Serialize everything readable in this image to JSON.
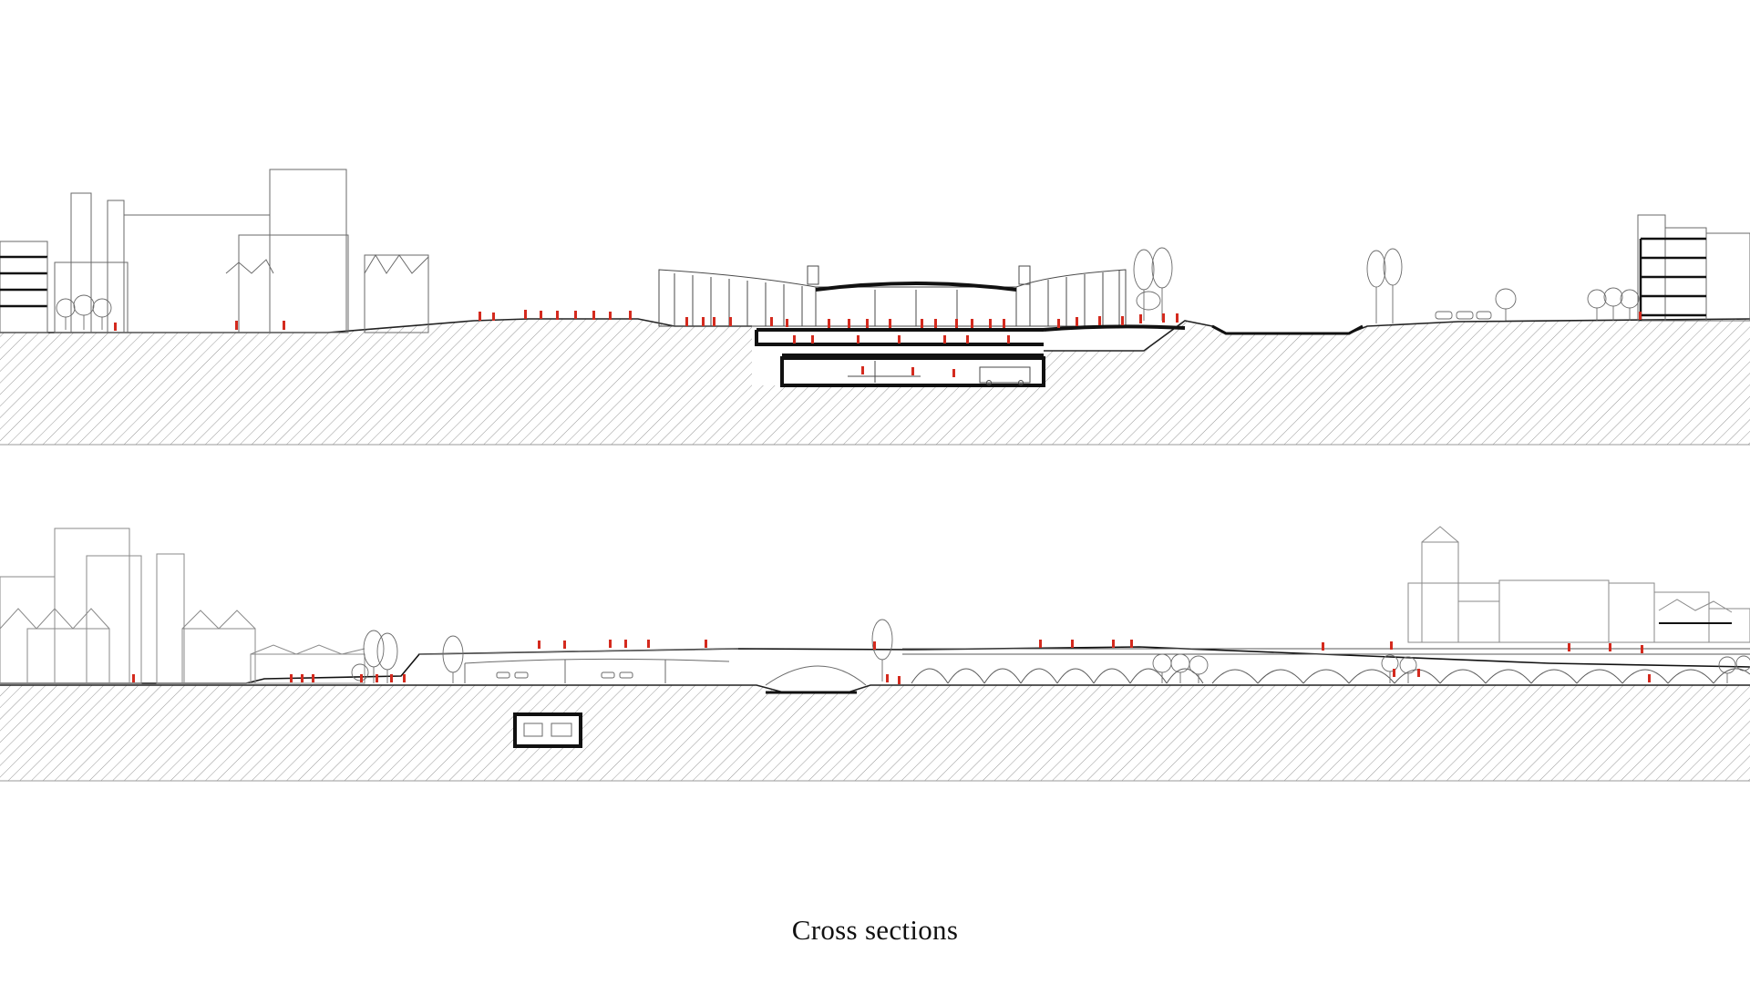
{
  "caption": "Cross sections",
  "colors": {
    "background": "#ffffff",
    "line": "#3a3a3a",
    "light_line": "#9a9a9a",
    "hatch": "#8c8c8c",
    "people": "#d42a1e",
    "structure": "#111111"
  },
  "sections": [
    {
      "id": "upper",
      "description_id": "section-upper"
    },
    {
      "id": "lower",
      "description_id": "section-lower"
    }
  ]
}
